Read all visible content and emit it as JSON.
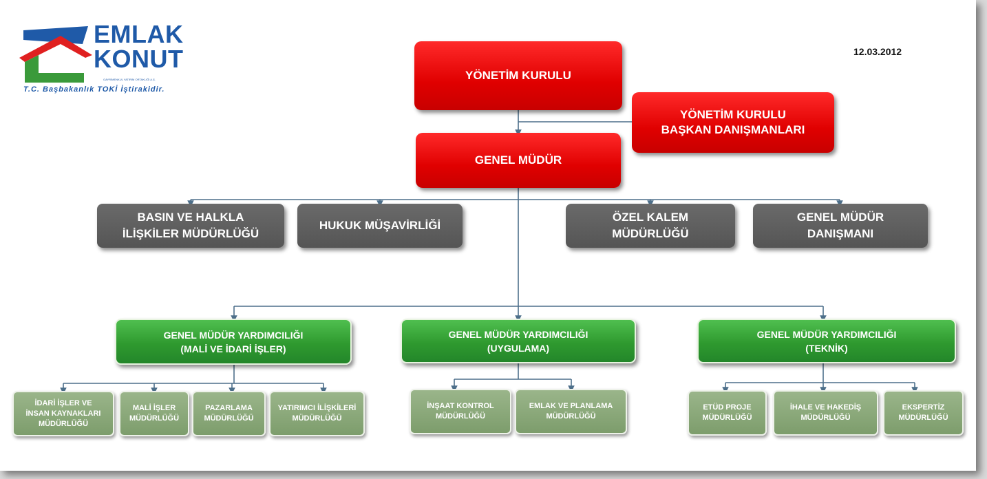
{
  "logo": {
    "line1": "EMLAK",
    "line2": "KONUT",
    "small_text": "GAYRİMENKUL YATIRIM ORTAKLIĞI A.Ş.",
    "tagline": "T.C. Başbakanlık TOKİ İştirakidir.",
    "colors": {
      "blue": "#1f5aa8",
      "red": "#e02020",
      "green": "#3a9a3a"
    }
  },
  "date": "12.03.2012",
  "colors": {
    "top": "#e60000",
    "staff": "#595959",
    "deputy": "#2f9a2f",
    "unit": "#86a675"
  },
  "board": {
    "board": "YÖNETİM KURULU",
    "advisors": "YÖNETİM KURULU\nBAŞKAN DANIŞMANLARI",
    "gm": "GENEL MÜDÜR"
  },
  "staff_units": [
    "BASIN VE HALKLA\nİLİŞKİLER MÜDÜRLÜĞÜ",
    "HUKUK MÜŞAVİRLİĞİ",
    "ÖZEL KALEM\nMÜDÜRLÜĞÜ",
    "GENEL MÜDÜR\nDANIŞMANI"
  ],
  "deputies": [
    {
      "label": "GENEL MÜDÜR YARDIMCILIĞI\n(MALİ VE İDARİ İŞLER)",
      "units": [
        "İDARİ İŞLER VE\nİNSAN KAYNAKLARI\nMÜDÜRLÜĞÜ",
        "MALİ İŞLER\nMÜDÜRLÜĞÜ",
        "PAZARLAMA\nMÜDÜRLÜĞÜ",
        "YATIRIMCI İLİŞKİLERİ\nMÜDÜRLÜĞÜ"
      ]
    },
    {
      "label": "GENEL MÜDÜR YARDIMCILIĞI\n(UYGULAMA)",
      "units": [
        "İNŞAAT KONTROL\nMÜDÜRLÜĞÜ",
        "EMLAK VE PLANLAMA\nMÜDÜRLÜĞÜ"
      ]
    },
    {
      "label": "GENEL MÜDÜR YARDIMCILIĞI\n(TEKNİK)",
      "units": [
        "ETÜD PROJE\nMÜDÜRLÜĞÜ",
        "İHALE VE HAKEDİŞ\nMÜDÜRLÜĞÜ",
        "EKSPERTİZ\nMÜDÜRLÜĞÜ"
      ]
    }
  ]
}
